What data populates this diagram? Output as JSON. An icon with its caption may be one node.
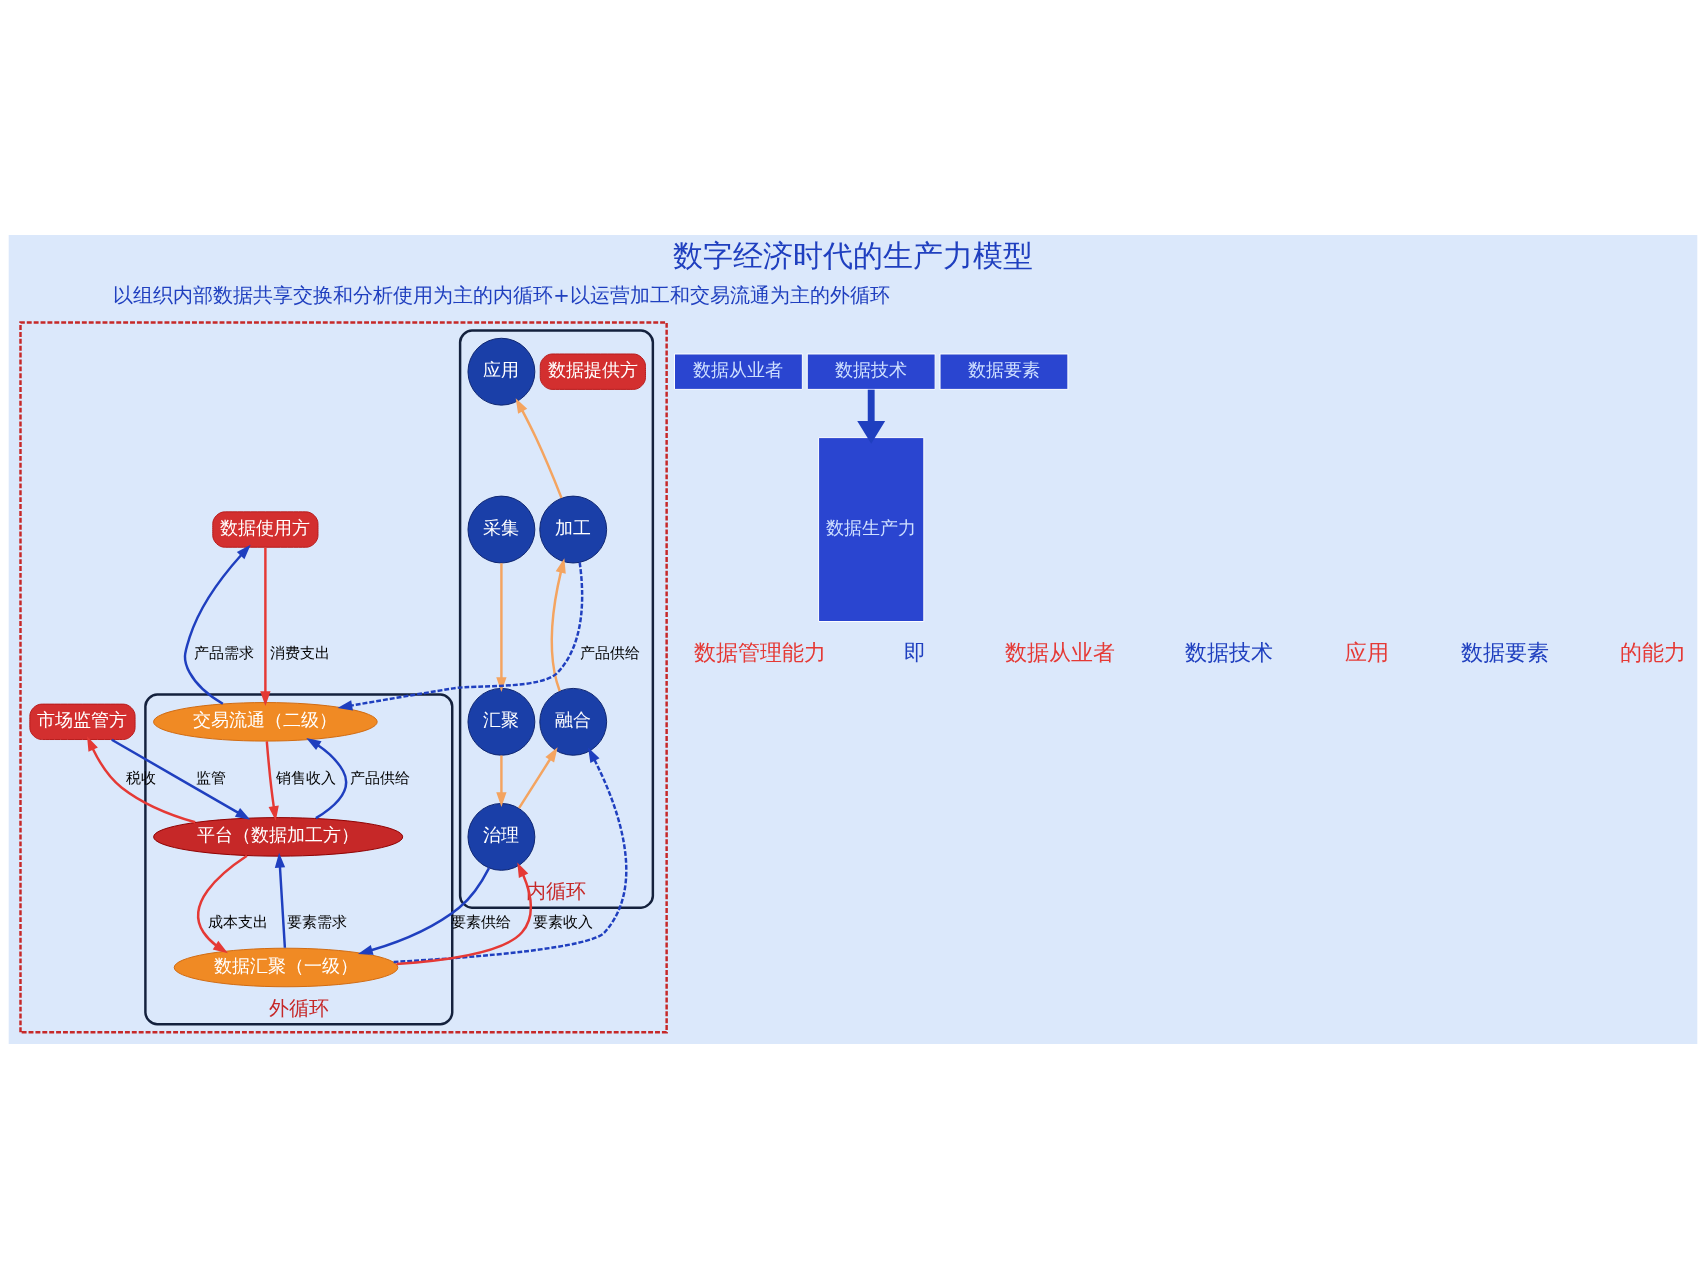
{
  "diagram": {
    "title": "数字经济时代的生产力模型",
    "nodes": [
      {
        "text": [],
        "shape": "box"
      },
      {
        "text": [
          "内循环"
        ],
        "in": 0
      },
      {
        "text": [
          "数据提供方"
        ],
        "in": 1
      },
      {
        "text": [
          "应用"
        ],
        "in": 1
      },
      {
        "text": [
          "采集"
        ],
        "in": 1
      },
      {
        "text": [
          "加工"
        ],
        "in": 1
      },
      {
        "text": [
          "汇聚"
        ],
        "in": 1
      },
      {
        "text": [
          "融合"
        ],
        "in": 1
      },
      {
        "text": [
          "治理"
        ],
        "in": 1
      },
      {
        "text": [
          "外循环"
        ],
        "in": 0
      },
      {
        "text": [
          "数据使用方"
        ],
        "in": 0
      },
      {
        "text": [
          "交易流通（二级）"
        ],
        "in": 9
      },
      {
        "text": [
          "平台（数据加工方）"
        ],
        "in": 9
      },
      {
        "text": [
          "数据汇聚（一级）"
        ],
        "in": 9
      },
      {
        "text": [
          "市场监管方"
        ],
        "in": 0
      },
      {
        "text": [
          "数据从业者"
        ]
      },
      {
        "text": [
          "数据技术"
        ]
      },
      {
        "text": [
          "数据要素"
        ]
      },
      {
        "text": [
          "数据生产力"
        ]
      }
    ],
    "edges": [
      {
        "from": 4,
        "to": 6,
        "arrow": "to",
        "color": "#f4a460"
      },
      {
        "from": 6,
        "to": 8,
        "arrow": "to",
        "color": "#f4a460"
      },
      {
        "from": 8,
        "to": 7,
        "arrow": "to",
        "color": "#f4a460"
      },
      {
        "from": 7,
        "to": 5,
        "arrow": "to",
        "color": "#f4a460"
      },
      {
        "from": 5,
        "to": 3,
        "arrow": "to",
        "color": "#f4a460"
      },
      {
        "from": 5,
        "to": 11,
        "arrow": "to",
        "label": "产品供给",
        "style": "dashed"
      },
      {
        "from": 13,
        "to": 7,
        "arrow": "to",
        "style": "dashed"
      },
      {
        "from": 8,
        "to": 13,
        "arrow": "to",
        "label": "要素供给"
      },
      {
        "from": 13,
        "to": 8,
        "arrow": "to",
        "label": "要素收入",
        "color": "#e53935"
      },
      {
        "from": 10,
        "to": 11,
        "arrow": "to",
        "label": "消费支出",
        "color": "#e53935"
      },
      {
        "from": 11,
        "to": 10,
        "arrow": "to",
        "label": "产品需求"
      },
      {
        "from": 11,
        "to": 12,
        "arrow": "to",
        "label": "销售收入",
        "color": "#e53935"
      },
      {
        "from": 12,
        "to": 11,
        "arrow": "to",
        "label": "产品供给"
      },
      {
        "from": 12,
        "to": 13,
        "arrow": "to",
        "label": "成本支出",
        "color": "#e53935"
      },
      {
        "from": 13,
        "to": 12,
        "arrow": "to",
        "label": "要素需求"
      },
      {
        "from": 14,
        "to": 12,
        "arrow": "to",
        "label": "监管"
      },
      {
        "from": 12,
        "to": 14,
        "arrow": "to",
        "label": "税收",
        "color": "#e53935"
      },
      {
        "from": 16,
        "to": 18,
        "arrow": "to",
        "style": "thick"
      }
    ],
    "labels": [
      "以组织内部数据共享交换和分析使用为主的内循环+以运营加工和交易流通为主的外循环",
      "数据管理能力",
      "即",
      "数据从业者",
      "数据技术",
      "应用",
      "数据要素",
      "的能力"
    ]
  }
}
